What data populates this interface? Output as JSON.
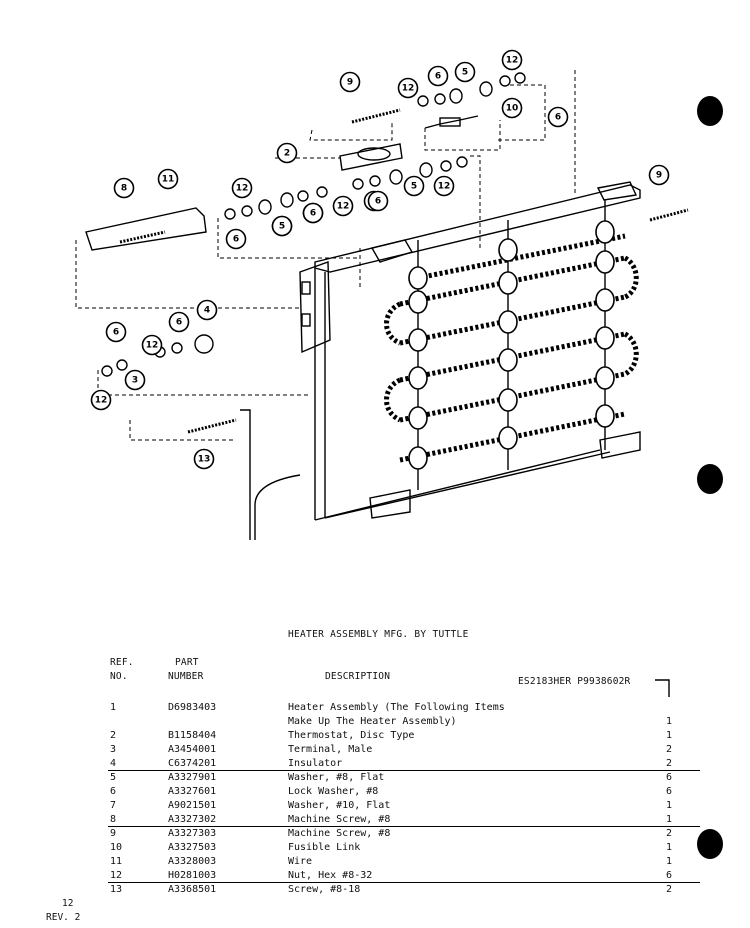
{
  "diagram": {
    "callouts": [
      "12",
      "6",
      "5",
      "12",
      "10",
      "6",
      "9",
      "2",
      "5",
      "6",
      "12",
      "6",
      "5",
      "6",
      "12",
      "8",
      "11",
      "12",
      "6",
      "5",
      "6",
      "9",
      "12",
      "6",
      "4",
      "6",
      "3",
      "12",
      "13"
    ]
  },
  "caption": "HEATER ASSEMBLY MFG. BY TUTTLE",
  "table": {
    "header": {
      "ref_line1": "REF.",
      "ref_line2": "NO.",
      "part_line1": "PART",
      "part_line2": "NUMBER",
      "description": "DESCRIPTION",
      "model": "ES2183HER P9938602R"
    },
    "rows": [
      {
        "ref": "1",
        "part": "D6983403",
        "desc": "Heater Assembly (The Following Items",
        "qty": ""
      },
      {
        "ref": "",
        "part": "",
        "desc": "Make Up The Heater Assembly)",
        "qty": "1"
      },
      {
        "ref": "2",
        "part": "B1158404",
        "desc": "Thermostat, Disc Type",
        "qty": "1"
      },
      {
        "ref": "3",
        "part": "A3454001",
        "desc": "Terminal, Male",
        "qty": "2"
      },
      {
        "ref": "4",
        "part": "C6374201",
        "desc": "Insulator",
        "qty": "2"
      },
      {
        "ref": "5",
        "part": "A3327901",
        "desc": "Washer, #8, Flat",
        "qty": "6"
      },
      {
        "ref": "6",
        "part": "A3327601",
        "desc": "Lock Washer, #8",
        "qty": "6"
      },
      {
        "ref": "7",
        "part": "A9021501",
        "desc": "Washer, #10, Flat",
        "qty": "1"
      },
      {
        "ref": "8",
        "part": "A3327302",
        "desc": "Machine Screw, #8",
        "qty": "1"
      },
      {
        "ref": "9",
        "part": "A3327303",
        "desc": "Machine Screw, #8",
        "qty": "2"
      },
      {
        "ref": "10",
        "part": "A3327503",
        "desc": "Fusible Link",
        "qty": "1"
      },
      {
        "ref": "11",
        "part": "A3328003",
        "desc": "Wire",
        "qty": "1"
      },
      {
        "ref": "12",
        "part": "H0281003",
        "desc": "Nut, Hex #8-32",
        "qty": "6"
      },
      {
        "ref": "13",
        "part": "A3368501",
        "desc": "Screw, #8-18",
        "qty": "2"
      }
    ]
  },
  "footer": {
    "page": "12",
    "rev": "REV. 2"
  }
}
